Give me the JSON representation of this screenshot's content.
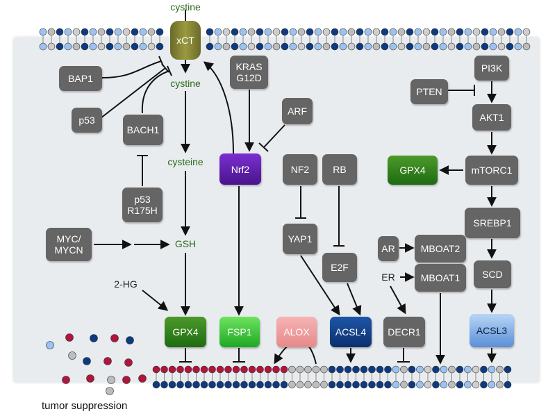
{
  "metabolites": {
    "cystine_out": "cystine",
    "cystine_in": "cystine",
    "cysteine": "cysteine",
    "gsh": "GSH",
    "two_hg": "2-HG"
  },
  "nodes": {
    "xct": "xCT",
    "bap1": "BAP1",
    "p53": "p53",
    "bach1": "BACH1",
    "p53_r175h": "p53\nR175H",
    "myc": "MYC/\nMYCN",
    "kras": "KRAS\nG12D",
    "arf": "ARF",
    "nrf2": "Nrf2",
    "nf2": "NF2",
    "rb": "RB",
    "yap1": "YAP1",
    "e2f": "E2F",
    "gpx4_left": "GPX4",
    "fsp1": "FSP1",
    "alox": "ALOX",
    "acsl4": "ACSL4",
    "decr1": "DECR1",
    "acsl3": "ACSL3",
    "pi3k": "PI3K",
    "pten": "PTEN",
    "akt1": "AKT1",
    "mtorc1": "mTORC1",
    "gpx4_right": "GPX4",
    "srebp1": "SREBP1",
    "ar": "AR",
    "mboat2": "MBOAT2",
    "er": "ER",
    "mboat1": "MBOAT1",
    "scd": "SCD"
  },
  "caption": "tumor suppression",
  "colors": {
    "node_gray": "#656565",
    "gpx4": "#2a7d1a",
    "fsp1": "#2dc12f",
    "nrf2": "#5b1ca6",
    "alox": "#f0a3a3",
    "acsl4": "#0d3a80",
    "acsl3": "#6f9fe0",
    "membrane_navy": "#0d3a80",
    "membrane_light": "#9cc3ef",
    "lipid_red": "#b0153c"
  }
}
